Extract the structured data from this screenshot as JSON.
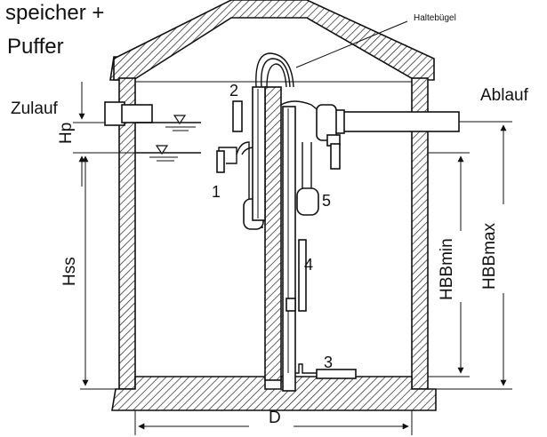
{
  "title": {
    "line1": "speicher +",
    "line2": "Puffer"
  },
  "labels": {
    "haltebuegel": "Haltebügel",
    "zulauf": "Zulauf",
    "ablauf": "Ablauf",
    "hp": "Hp",
    "hss": "Hss",
    "hbbmin": "HBBmin",
    "hbbmax": "HBBmax",
    "d": "D"
  },
  "components": {
    "c1": "1",
    "c2": "2",
    "c3": "3",
    "c4": "4",
    "c5": "5"
  }
}
